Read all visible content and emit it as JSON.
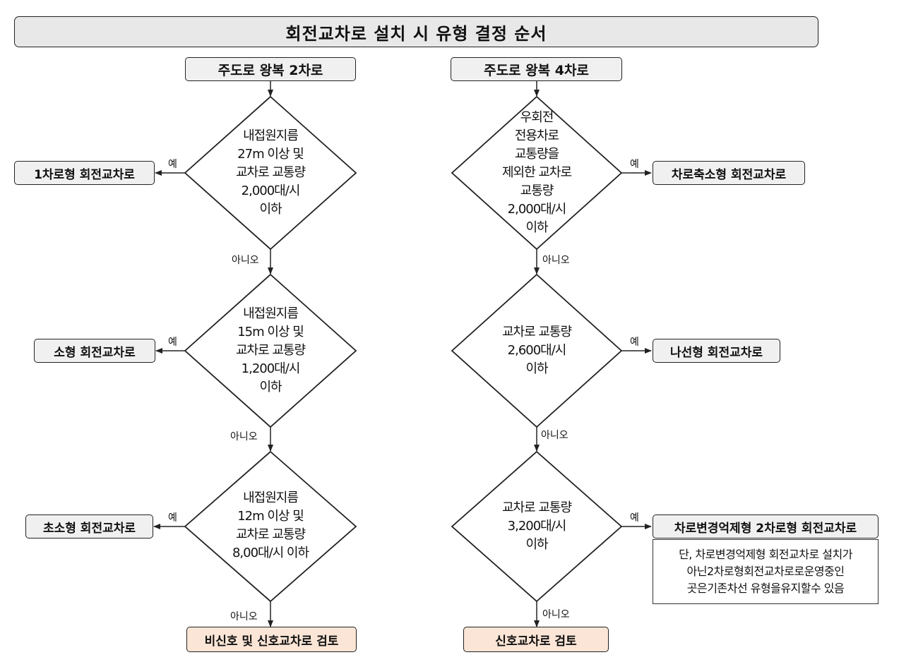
{
  "title": "회전교차로 설치 시 유형 결정 순서",
  "left": {
    "start": "주도로 왕복 2차로",
    "d1": "내접원지름\n27m 이상 및\n교차로 교통량\n2,000대/시\n이하",
    "d2": "내접원지름\n15m 이상 및\n교차로 교통량\n1,200대/시\n이하",
    "d3": "내접원지름\n12m 이상 및\n교차로 교통량\n8,00대/시 이하",
    "r1": "1차로형 회전교차로",
    "r2": "소형 회전교차로",
    "r3": "초소형 회전교차로",
    "end": "비신호 및 신호교차로 검토"
  },
  "right": {
    "start": "주도로 왕복 4차로",
    "d1": "우회전\n전용차로\n교통량을\n제외한 교차로\n교통량\n2,000대/시\n이하",
    "d2": "교차로 교통량\n2,600대/시\n이하",
    "d3": "교차로 교통량\n3,200대/시\n이하",
    "r1": "차로축소형 회전교차로",
    "r2": "나선형 회전교차로",
    "r3": "차로변경억제형 2차로형 회전교차로",
    "note": "단, 차로변경억제형 회전교차로 설치가\n아닌2차로형회전교차로로운영중인\n곳은기존차선 유형을유지할수 있음",
    "end": "신호교차로 검토"
  },
  "labels": {
    "yes": "예",
    "no": "아니오"
  }
}
